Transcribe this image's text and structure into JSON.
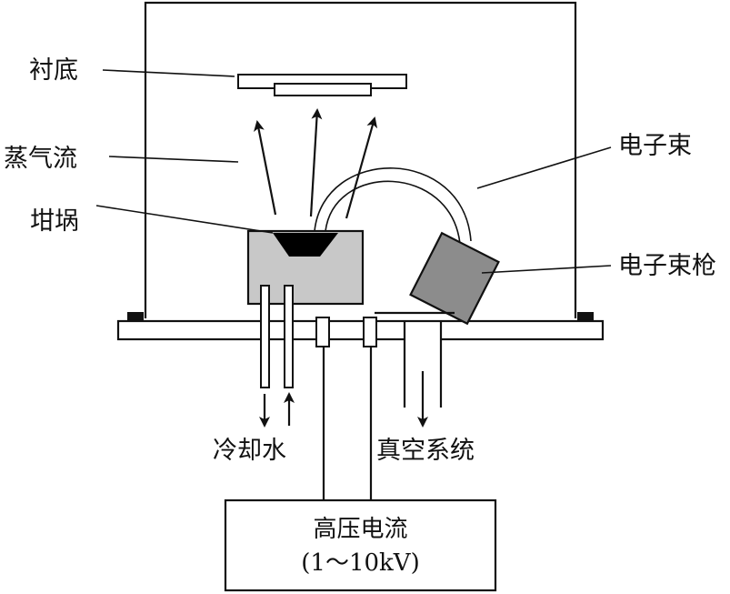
{
  "labels": {
    "substrate": "衬底",
    "vapor_stream": "蒸气流",
    "crucible": "坩埚",
    "electron_beam": "电子束",
    "electron_gun": "电子束枪",
    "cooling_water": "冷却水",
    "vacuum_system": "真空系统"
  },
  "power_supply": {
    "title": "高压电流",
    "range": "(1～10kV)"
  },
  "colors": {
    "line": "#111111",
    "crucible_fill": "#c8c8c8",
    "gun_fill": "#8c8c8c",
    "molten_material": "#000000"
  }
}
